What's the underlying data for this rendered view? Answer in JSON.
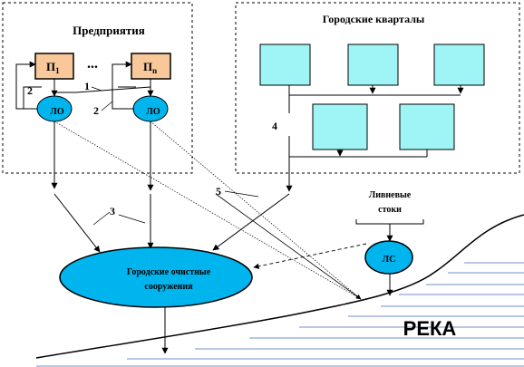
{
  "enterprises": {
    "title": "Предприятия",
    "p1": "П",
    "p1_sub": "1",
    "dots": "...",
    "pn": "П",
    "pn_sub": "n",
    "treat_1": "ЛО",
    "treat_n": "ЛО"
  },
  "quarters": {
    "title": "Городские кварталы"
  },
  "treatment_plant": {
    "line1": "Городские   очистные",
    "line2": "сооружения"
  },
  "stormwater": {
    "line1": "Ливневые",
    "line2": "стоки",
    "node": "ЛС"
  },
  "river": {
    "label": "РЕКА"
  },
  "callouts": {
    "c1": "1",
    "c2a": "2",
    "c2b": "2",
    "c3": "3",
    "c4": "4",
    "c5": "5"
  },
  "colors": {
    "enterprise_box": "#f8c89a",
    "ellipse": "#00b4ee",
    "quarter_box": "#9ff5f5",
    "river_lines": "#6f8fc8"
  }
}
